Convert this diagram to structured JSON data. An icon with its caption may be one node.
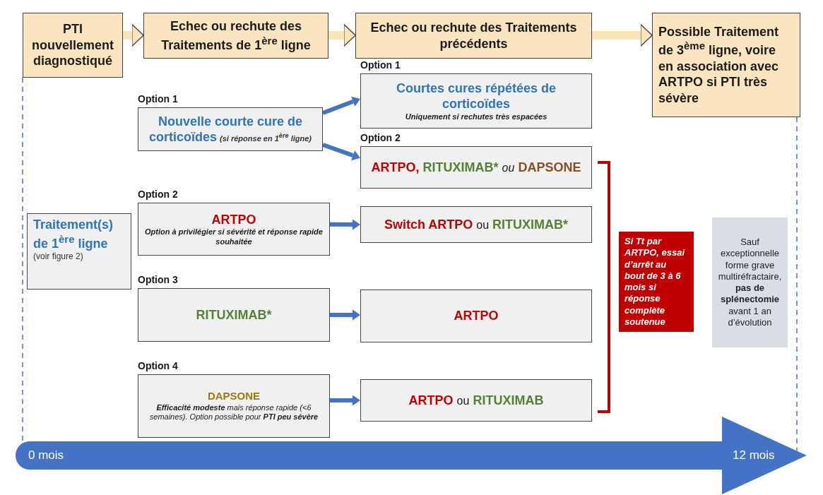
{
  "diagram": {
    "nodes": [
      {
        "text": [
          "PTI nouvellement diagnostiqué"
        ]
      },
      {
        "text": [
          "Echec ou rechute des Traitements de 1$^{ère}$ ligne"
        ]
      },
      {
        "text": [
          "Echec ou rechute des Traitements précédents"
        ]
      },
      {
        "text": [
          "Possible Traitement de 3$^{ème}$ ligne, voire en association avec ARTPO si PTI très sévère"
        ]
      },
      {
        "text": [
          "Option 1",
          "Courtes cures répétées de corticoïdes",
          "Uniquement si rechutes très espacées"
        ]
      },
      {
        "text": [
          "Option 1",
          "Nouvelle courte cure de corticoïdes",
          "(si réponse en 1$^{ère}$ ligne)"
        ]
      },
      {
        "text": [
          "Option 2",
          "ARTPO, RITUXIMAB* ou DAPSONE"
        ]
      },
      {
        "text": [
          "Option 2",
          "ARTPO",
          "Option à privilégier si sévérité et réponse rapide souhaitée"
        ]
      },
      {
        "text": [
          "Traitement(s) de 1$^{ère}$ ligne",
          "(voir figure 2)"
        ]
      },
      {
        "text": [
          "Switch ARTPO ou RITUXIMAB*"
        ]
      },
      {
        "text": [
          "Si Tt par ARTPO, essai d’arrêt au bout de 3 à 6 mois si réponse complète soutenue"
        ]
      },
      {
        "text": [
          "Sauf exceptionnelle forme grave multiréfractaire, **pas de splénectomie** avant 1 an d’évolution"
        ]
      },
      {
        "text": [
          "Option 3",
          "RITUXIMAB*"
        ]
      },
      {
        "text": [
          "ARTPO"
        ]
      },
      {
        "text": [
          "Option 4",
          "DAPSONE",
          "**Efficacité modeste** mais réponse rapide (<6 semaines). Option possible pour **PTI peu sévère**"
        ]
      },
      {
        "text": [
          "ARTPO ou RITUXIMAB"
        ]
      },
      {
        "text": [
          "0 mois",
          "12 mois"
        ]
      }
    ],
    "edges": [
      {
        "from": 0,
        "to": 1,
        "arrow": "to",
        "style": "thick",
        "color": "#fbe5b6"
      },
      {
        "from": 1,
        "to": 2,
        "arrow": "to",
        "style": "thick",
        "color": "#fbe5b6"
      },
      {
        "from": 2,
        "to": 3,
        "arrow": "to",
        "style": "thick",
        "color": "#fbe5b6"
      },
      {
        "from": 5,
        "to": 4,
        "arrow": "to"
      },
      {
        "from": 5,
        "to": 6,
        "arrow": "to"
      },
      {
        "from": 7,
        "to": 9,
        "arrow": "to"
      },
      {
        "from": 12,
        "to": 13,
        "arrow": "to"
      },
      {
        "from": 14,
        "to": 15,
        "arrow": "to"
      },
      {
        "from": 0,
        "to": 16,
        "arrow": "none",
        "style": "dashed"
      },
      {
        "from": 3,
        "to": 16,
        "arrow": "none",
        "style": "dashed"
      }
    ]
  }
}
